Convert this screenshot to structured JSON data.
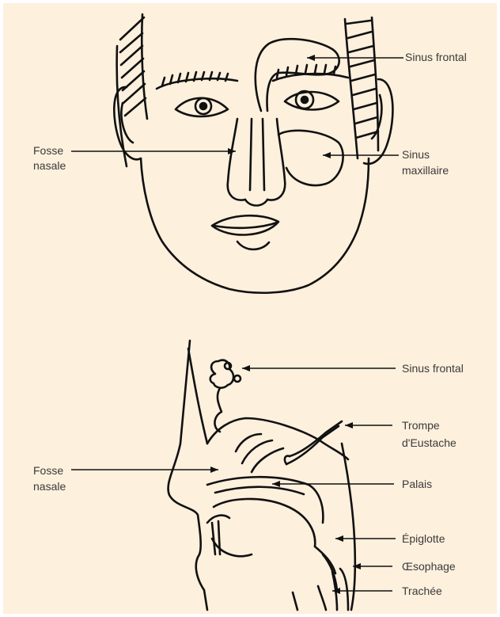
{
  "figure": {
    "background_color": "#fdf0dd",
    "ink_color": "#111111",
    "label_color": "#3a3a3a"
  },
  "front_view": {
    "labels": {
      "sinus_frontal": "Sinus frontal",
      "fosse_nasale_line1": "Fosse",
      "fosse_nasale_line2": "nasale",
      "sinus_maxillaire_line1": "Sinus",
      "sinus_maxillaire_line2": "maxillaire"
    }
  },
  "side_view": {
    "labels": {
      "sinus_frontal": "Sinus frontal",
      "trompe_line1": "Trompe",
      "trompe_line2": "d'Eustache",
      "fosse_nasale_line1": "Fosse",
      "fosse_nasale_line2": "nasale",
      "palais": "Palais",
      "epiglotte": "Épiglotte",
      "oesophage": "Œsophage",
      "trachee": "Trachée"
    }
  }
}
